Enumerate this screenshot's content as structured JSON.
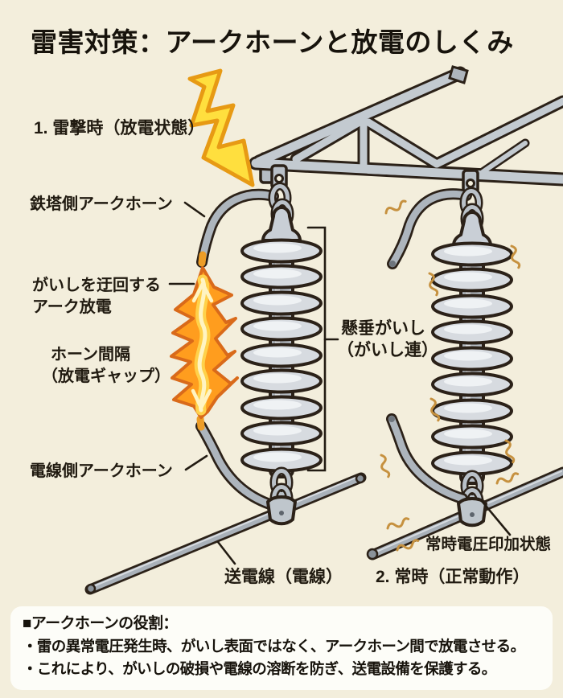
{
  "title": "雷害対策：アークホーンと放電のしくみ",
  "scene_lightning": {
    "heading": "1. 雷撃時（放電状態）",
    "tower_side_arc_horn": "鉄塔側アークホーン",
    "arc_discharge_line1": "がいしを迂回する",
    "arc_discharge_line2": "アーク放電",
    "horn_gap_line1": "ホーン間隔",
    "horn_gap_line2": "（放電ギャップ）",
    "wire_side_arc_horn": "電線側アークホーン",
    "power_line_label": "送電線（電線）"
  },
  "scene_normal": {
    "heading": "2. 常時（正常動作）",
    "suspension_insulator_line1": "懸垂がいし",
    "suspension_insulator_line2": "（がいし連）",
    "voltage_applied_label": "常時電圧印加状態"
  },
  "info_box": {
    "heading": "■アークホーンの役割：",
    "bullet1": "・雷の異常電圧発生時、がいし表面ではなく、アークホーン間で放電させる。",
    "bullet2": "・これにより、がいしの破損や電線の溶断を防ぎ、送電設備を保護する。"
  },
  "icons": {
    "lightning_bolt": "lightning-bolt-icon",
    "arc_discharge_flame": "arc-discharge-flame-icon",
    "vibration_squiggles": "vibration-squiggle-icon"
  },
  "colors": {
    "background": "#F3EEDC",
    "text": "#201A10",
    "outline": "#2B2118",
    "metal_light": "#C3CAD0",
    "metal_mid": "#A9B1B9",
    "insulator_disc": "#D7DBE0",
    "lightning_fill": "#FFDF3E",
    "lightning_outline": "#E79A14",
    "flame_outline": "#D96A1A",
    "flame_fill": "#FF9D1E",
    "flame_core": "#FFF4C2",
    "squiggle": "#C6913F",
    "info_box_bg": "#FDFDF8"
  }
}
